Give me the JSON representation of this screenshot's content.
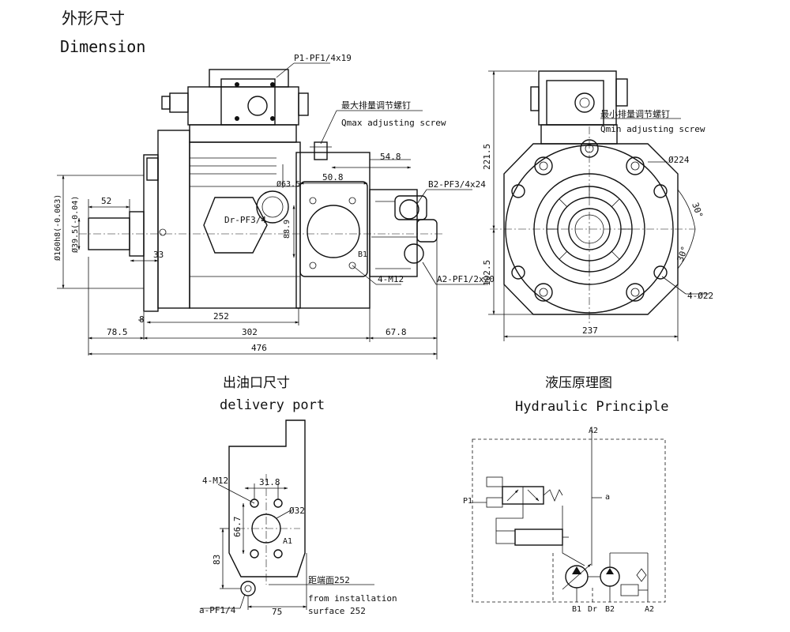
{
  "titles": {
    "main_cn": "外形尺寸",
    "main_en": "Dimension",
    "delivery_cn": "出油口尺寸",
    "delivery_en": "delivery port",
    "hydraulic_cn": "液压原理图",
    "hydraulic_en": "Hydraulic  Principle"
  },
  "side_view": {
    "p1_port": "P1-PF1/4x19",
    "qmax_cn": "最大排量调节螺钉",
    "qmax_en": "Qmax adjusting screw",
    "dim_548": "54.8",
    "dim_508": "50.8",
    "dia_635": "Ø63.5",
    "b2_port": "B2-PF3/4x24",
    "dim_52": "52",
    "dr_port": "Dr-PF3/4",
    "dim_889": "88.9",
    "dia_160": "Ø160h8(-0.063)",
    "dia_395": "Ø39.5(-0.04)",
    "dim_33": "33",
    "b1_label": "B1",
    "m12": "4-M12",
    "a2_port": "A2-PF1/2x20",
    "dim_8": "8",
    "dim_252": "252",
    "dim_785": "78.5",
    "dim_302": "302",
    "dim_678": "67.8",
    "dim_476": "476"
  },
  "front_view": {
    "qmin_cn": "最小排量调节螺钉",
    "qmin_en": "Qmin adjusting screw",
    "dim_2215": "221.5",
    "dia_224": "Ø224",
    "angle_30a": "30°",
    "angle_30b": "30°",
    "dim_1025": "102.5",
    "holes_22": "4-Ø22",
    "dim_237": "237"
  },
  "delivery": {
    "m12": "4-M12",
    "dim_318": "31.8",
    "dia_32": "Ø32",
    "dim_667": "66.7",
    "a1_label": "A1",
    "dim_83": "83",
    "dist_cn": "距端面252",
    "from_install": "from installation",
    "surface": "surface 252",
    "a_port": "a-PF1/4",
    "dim_75": "75"
  },
  "hydraulic": {
    "a2": "A2",
    "p1": "P1",
    "a": "a",
    "b1": "B1",
    "dr": "Dr",
    "b2": "B2",
    "a2b": "A2"
  }
}
